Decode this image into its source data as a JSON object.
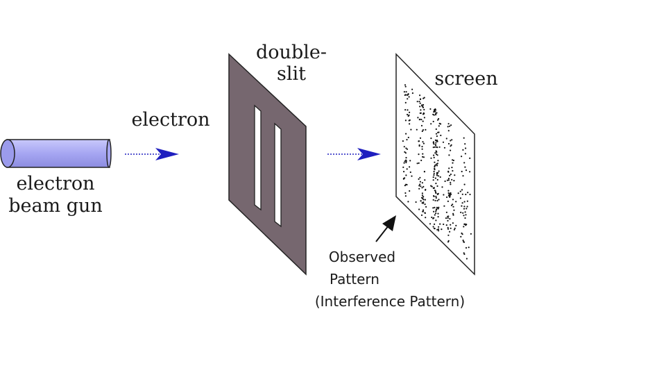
{
  "labels": {
    "gun_line1": "electron",
    "gun_line2": "beam gun",
    "electron": "electron",
    "slit_line1": "double-",
    "slit_line2": "slit",
    "screen": "screen",
    "observed_line1": "Observed",
    "observed_line2": "Pattern",
    "observed_line3": "(Interference Pattern)"
  },
  "colors": {
    "gun_fill": "#a6a6f2",
    "gun_cap": "#8f8fe6",
    "arrow": "#1f1fbf",
    "slit_plate": "#76676f",
    "slit_opening": "#ffffff",
    "screen_fill": "#ffffff",
    "dots": "#111111"
  },
  "pattern": {
    "bands": [
      0.1,
      0.3,
      0.5,
      0.7,
      0.9
    ],
    "band_weights": [
      0.45,
      0.75,
      1.0,
      0.75,
      0.45
    ]
  }
}
